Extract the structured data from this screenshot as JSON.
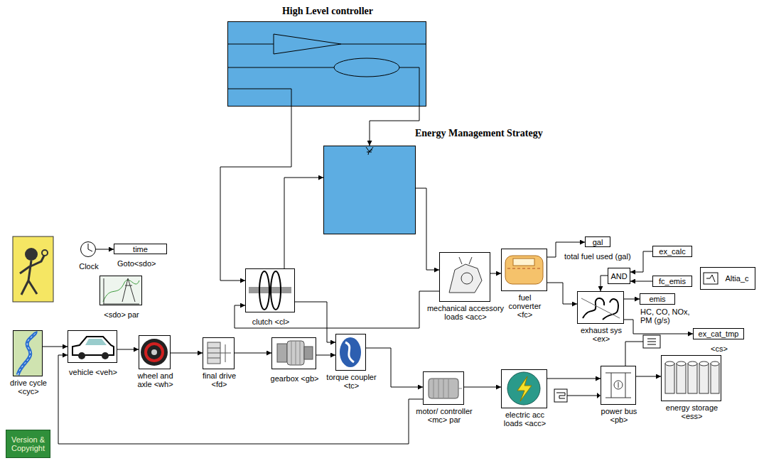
{
  "diagram": {
    "nodes": [
      {
        "text": [
          "High Level controller"
        ]
      },
      {
        "text": [
          "Energy Management Strategy"
        ]
      },
      {
        "text": [
          "clutch <cl>"
        ]
      },
      {
        "text": [
          "mechanical accessory loads <acc>"
        ]
      },
      {
        "text": [
          "fuel converter <fc>"
        ]
      },
      {
        "text": [
          "gal",
          "total fuel used (gal)"
        ]
      },
      {
        "text": [
          "ex_calc"
        ]
      },
      {
        "text": [
          "AND"
        ]
      },
      {
        "text": [
          "fc_emis"
        ]
      },
      {
        "text": [
          "Altia_c"
        ]
      },
      {
        "text": [
          "exhaust sys <ex>"
        ]
      },
      {
        "text": [
          "emis",
          "HC, CO, NOx, PM (g/s)"
        ]
      },
      {
        "text": [
          "ex_cat_tmp",
          "<cs>"
        ]
      },
      {
        "text": [
          "Clock"
        ]
      },
      {
        "text": [
          "time",
          "Goto<sdo>"
        ]
      },
      {
        "text": [
          "<sdo> par"
        ]
      },
      {
        "text": [
          "drive cycle <cyc>"
        ]
      },
      {
        "text": [
          "vehicle <veh>"
        ]
      },
      {
        "text": [
          "wheel and axle <wh>"
        ]
      },
      {
        "text": [
          "final drive <fd>"
        ]
      },
      {
        "text": [
          "gearbox <gb>"
        ]
      },
      {
        "text": [
          "torque coupler <tc>"
        ]
      },
      {
        "text": [
          "motor/ controller <mc> par"
        ]
      },
      {
        "text": [
          "electric acc loads <acc>"
        ]
      },
      {
        "text": [
          "power bus <pb>"
        ]
      },
      {
        "text": [
          "energy storage <ess>"
        ]
      },
      {
        "text": [
          "Version & Copyright"
        ]
      }
    ],
    "edges": [
      {
        "from": 0,
        "to": 1,
        "arrow": "to"
      },
      {
        "from": 0,
        "to": 2,
        "arrow": "to"
      },
      {
        "from": 2,
        "to": 1,
        "arrow": "to"
      },
      {
        "from": 1,
        "to": 3,
        "arrow": "to"
      },
      {
        "from": 3,
        "to": 4,
        "arrow": "to"
      },
      {
        "from": 4,
        "to": 5,
        "arrow": "to"
      },
      {
        "from": 4,
        "to": 10,
        "arrow": "to"
      },
      {
        "from": 6,
        "to": 7,
        "arrow": "to"
      },
      {
        "from": 8,
        "to": 7,
        "arrow": "to"
      },
      {
        "from": 7,
        "to": 10,
        "arrow": "to"
      },
      {
        "from": 10,
        "to": 11,
        "arrow": "to"
      },
      {
        "from": 10,
        "to": 12,
        "arrow": "to"
      },
      {
        "from": 13,
        "to": 14,
        "arrow": "to"
      },
      {
        "from": 16,
        "to": 17,
        "arrow": "to"
      },
      {
        "from": 17,
        "to": 18,
        "arrow": "to"
      },
      {
        "from": 18,
        "to": 19,
        "arrow": "to"
      },
      {
        "from": 19,
        "to": 20,
        "arrow": "to"
      },
      {
        "from": 20,
        "to": 21,
        "arrow": "to"
      },
      {
        "from": 21,
        "to": 22,
        "arrow": "to"
      },
      {
        "from": 22,
        "to": 23,
        "arrow": "to"
      },
      {
        "from": 23,
        "to": 24,
        "arrow": "to"
      },
      {
        "from": 24,
        "to": 25,
        "arrow": "to"
      },
      {
        "from": 2,
        "to": 21,
        "arrow": "to"
      },
      {
        "from": 3,
        "to": 2,
        "arrow": "to"
      },
      {
        "from": 22,
        "to": 17,
        "arrow": "to"
      }
    ]
  }
}
